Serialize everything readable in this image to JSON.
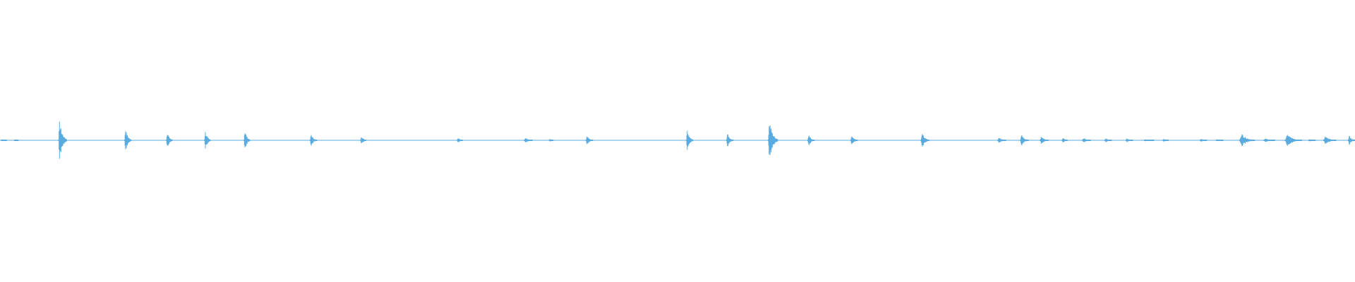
{
  "waveform": {
    "color": "#5aabdf",
    "baseline_color": "#5aabdf",
    "duration_units": 1920,
    "bursts": [
      {
        "t": 4,
        "amp": 0.06,
        "width": 8
      },
      {
        "t": 22,
        "amp": 0.04,
        "width": 6
      },
      {
        "t": 86,
        "amp": 0.85,
        "width": 12
      },
      {
        "t": 179,
        "amp": 0.55,
        "width": 10
      },
      {
        "t": 238,
        "amp": 0.4,
        "width": 9
      },
      {
        "t": 292,
        "amp": 0.42,
        "width": 9
      },
      {
        "t": 348,
        "amp": 0.48,
        "width": 9
      },
      {
        "t": 442,
        "amp": 0.28,
        "width": 10
      },
      {
        "t": 513,
        "amp": 0.24,
        "width": 8
      },
      {
        "t": 650,
        "amp": 0.14,
        "width": 8
      },
      {
        "t": 746,
        "amp": 0.12,
        "width": 12
      },
      {
        "t": 780,
        "amp": 0.08,
        "width": 6
      },
      {
        "t": 833,
        "amp": 0.2,
        "width": 10
      },
      {
        "t": 975,
        "amp": 0.45,
        "width": 10
      },
      {
        "t": 1032,
        "amp": 0.32,
        "width": 10
      },
      {
        "t": 1092,
        "amp": 0.88,
        "width": 14
      },
      {
        "t": 1147,
        "amp": 0.28,
        "width": 10
      },
      {
        "t": 1208,
        "amp": 0.24,
        "width": 10
      },
      {
        "t": 1308,
        "amp": 0.35,
        "width": 12
      },
      {
        "t": 1417,
        "amp": 0.14,
        "width": 12
      },
      {
        "t": 1449,
        "amp": 0.26,
        "width": 12
      },
      {
        "t": 1477,
        "amp": 0.2,
        "width": 12
      },
      {
        "t": 1507,
        "amp": 0.13,
        "width": 8
      },
      {
        "t": 1537,
        "amp": 0.12,
        "width": 12
      },
      {
        "t": 1568,
        "amp": 0.1,
        "width": 10
      },
      {
        "t": 1598,
        "amp": 0.09,
        "width": 10
      },
      {
        "t": 1625,
        "amp": 0.05,
        "width": 14
      },
      {
        "t": 1650,
        "amp": 0.08,
        "width": 8
      },
      {
        "t": 1703,
        "amp": 0.07,
        "width": 10
      },
      {
        "t": 1726,
        "amp": 0.05,
        "width": 10
      },
      {
        "t": 1762,
        "amp": 0.3,
        "width": 22
      },
      {
        "t": 1795,
        "amp": 0.08,
        "width": 16
      },
      {
        "t": 1827,
        "amp": 0.26,
        "width": 24
      },
      {
        "t": 1857,
        "amp": 0.06,
        "width": 10
      },
      {
        "t": 1880,
        "amp": 0.18,
        "width": 18
      },
      {
        "t": 1913,
        "amp": 0.22,
        "width": 10
      }
    ]
  }
}
